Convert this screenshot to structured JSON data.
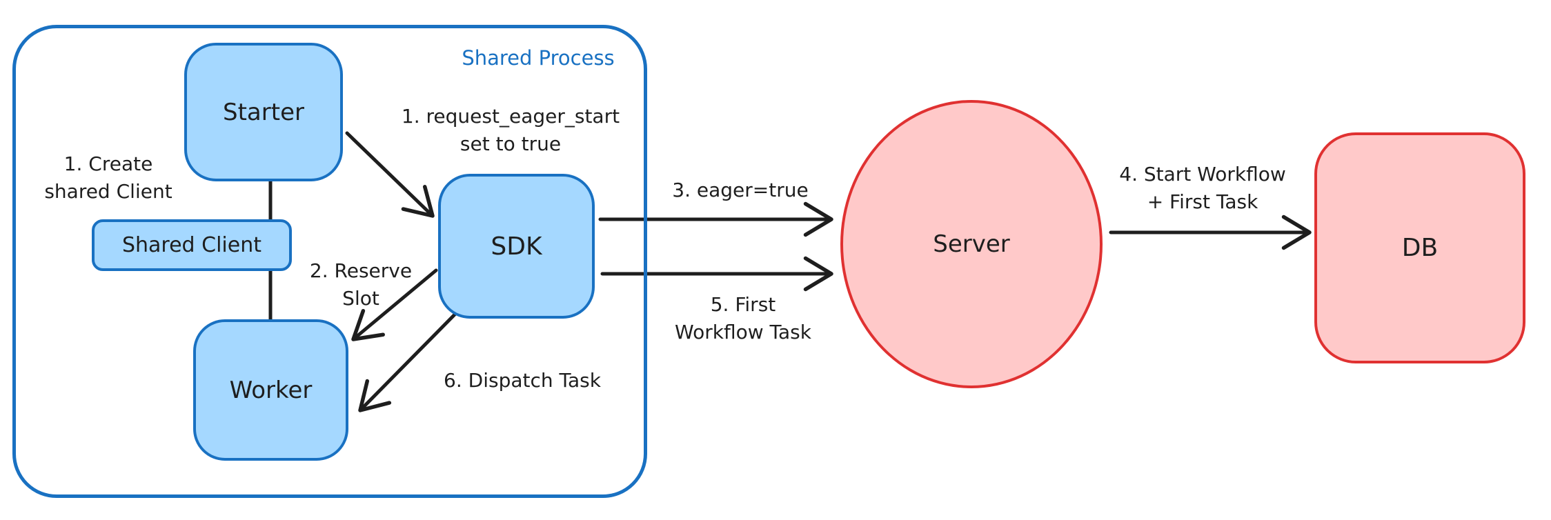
{
  "diagram": {
    "group": {
      "label": "Shared Process"
    },
    "nodes": {
      "starter": {
        "label": "Starter",
        "shape": "rounded-rect",
        "fill": "#a5d8ff",
        "stroke": "#1971c2"
      },
      "shared_client": {
        "label": "Shared Client",
        "shape": "rounded-rect",
        "fill": "#a5d8ff",
        "stroke": "#1971c2"
      },
      "worker": {
        "label": "Worker",
        "shape": "rounded-rect",
        "fill": "#a5d8ff",
        "stroke": "#1971c2"
      },
      "sdk": {
        "label": "SDK",
        "shape": "rounded-rect",
        "fill": "#a5d8ff",
        "stroke": "#1971c2"
      },
      "server": {
        "label": "Server",
        "shape": "ellipse",
        "fill": "#ffc9c9",
        "stroke": "#e03131"
      },
      "db": {
        "label": "DB",
        "shape": "rounded-rect",
        "fill": "#ffc9c9",
        "stroke": "#e03131"
      }
    },
    "annotations": {
      "create_shared_client": [
        "1. Create",
        "shared Client"
      ],
      "request_eager_start": [
        "1. request_eager_start",
        "set to true"
      ],
      "reserve_slot": [
        "2. Reserve",
        "Slot"
      ],
      "eager_true": [
        "3. eager=true"
      ],
      "start_workflow": [
        "4. Start Workflow",
        "+ First Task"
      ],
      "first_workflow_task": [
        "5. First",
        "Workflow Task"
      ],
      "dispatch_task": [
        "6. Dispatch Task"
      ]
    },
    "edges": [
      {
        "from": "starter",
        "to": "shared_client",
        "type": "line",
        "label": ""
      },
      {
        "from": "shared_client",
        "to": "worker",
        "type": "line",
        "label": ""
      },
      {
        "from": "starter",
        "to": "sdk",
        "type": "arrow",
        "label": "1. request_eager_start set to true"
      },
      {
        "from": "sdk",
        "to": "worker",
        "type": "arrow",
        "label": "2. Reserve Slot"
      },
      {
        "from": "sdk",
        "to": "server",
        "type": "arrow",
        "label": "3. eager=true"
      },
      {
        "from": "server",
        "to": "db",
        "type": "arrow",
        "label": "4. Start Workflow + First Task"
      },
      {
        "from": "sdk",
        "to": "server",
        "type": "arrow",
        "label": "5. First Workflow Task"
      },
      {
        "from": "sdk",
        "to": "worker",
        "type": "arrow",
        "label": "6. Dispatch Task"
      }
    ],
    "colors": {
      "blue_stroke": "#1971c2",
      "blue_fill": "#a5d8ff",
      "red_stroke": "#e03131",
      "red_fill": "#ffc9c9",
      "ink": "#1e1e1e",
      "background": "#ffffff"
    }
  }
}
